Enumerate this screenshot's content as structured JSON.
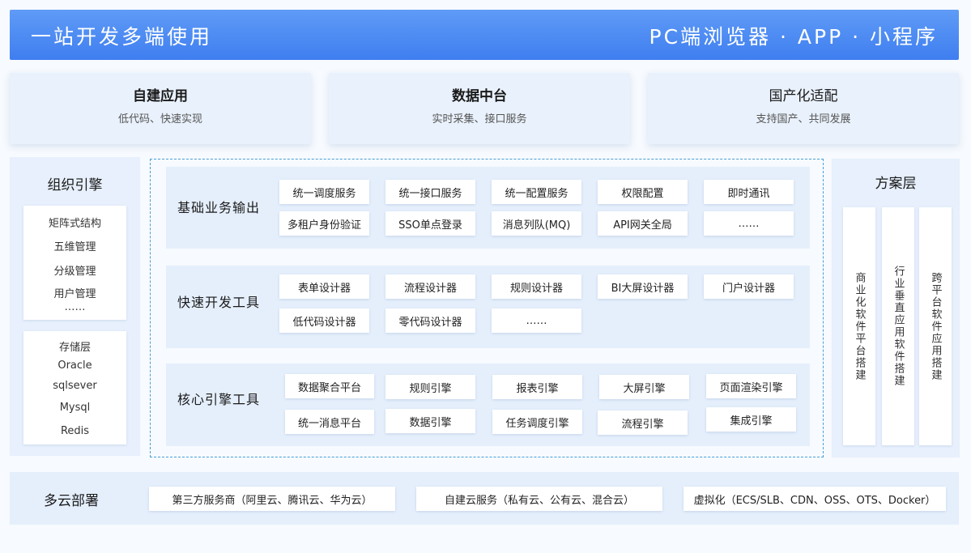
{
  "header": {
    "left": "一站开发多端使用",
    "right": "PC端浏览器 · APP · 小程序"
  },
  "features": [
    {
      "title": "自建应用",
      "subtitle": "低代码、快速实现"
    },
    {
      "title": "数据中台",
      "subtitle": "实时采集、接口服务"
    },
    {
      "title": "国产化适配",
      "subtitle": "支持国产、共同发展"
    }
  ],
  "org": {
    "title": "组织引擎",
    "items": [
      "矩阵式结构",
      "五维管理",
      "分级管理",
      "用户管理",
      "……"
    ],
    "storage": [
      "存储层",
      "Oracle",
      "sqlsever",
      "Mysql",
      "Redis"
    ]
  },
  "rows": [
    {
      "label": "基础业务输出",
      "items": [
        "统一调度服务",
        "统一接口服务",
        "统一配置服务",
        "权限配置",
        "即时通讯",
        "多租户身份验证",
        "SSO单点登录",
        "消息列队(MQ)",
        "API网关全局",
        "……"
      ]
    },
    {
      "label": "快速开发工具",
      "items": [
        "表单设计器",
        "流程设计器",
        "规则设计器",
        "BI大屏设计器",
        "门户设计器",
        "低代码设计器",
        "零代码设计器",
        "……"
      ]
    },
    {
      "label": "核心引擎工具",
      "items": [
        "数据聚合平台",
        "规则引擎",
        "报表引擎",
        "大屏引擎",
        "页面渲染引擎",
        "统一消息平台",
        "数据引擎",
        "任务调度引擎",
        "流程引擎",
        "集成引擎"
      ]
    }
  ],
  "solution": {
    "title": "方案层",
    "items": [
      "商业化软件平台搭建",
      "行业垂直应用软件搭建",
      "跨平台软件应用搭建"
    ]
  },
  "cloud": {
    "title": "多云部署",
    "items": [
      "第三方服务商（阿里云、腾讯云、华为云）",
      "自建云服务（私有云、公有云、混合云）",
      "虚拟化（ECS/SLB、CDN、OSS、OTS、Docker）"
    ]
  }
}
